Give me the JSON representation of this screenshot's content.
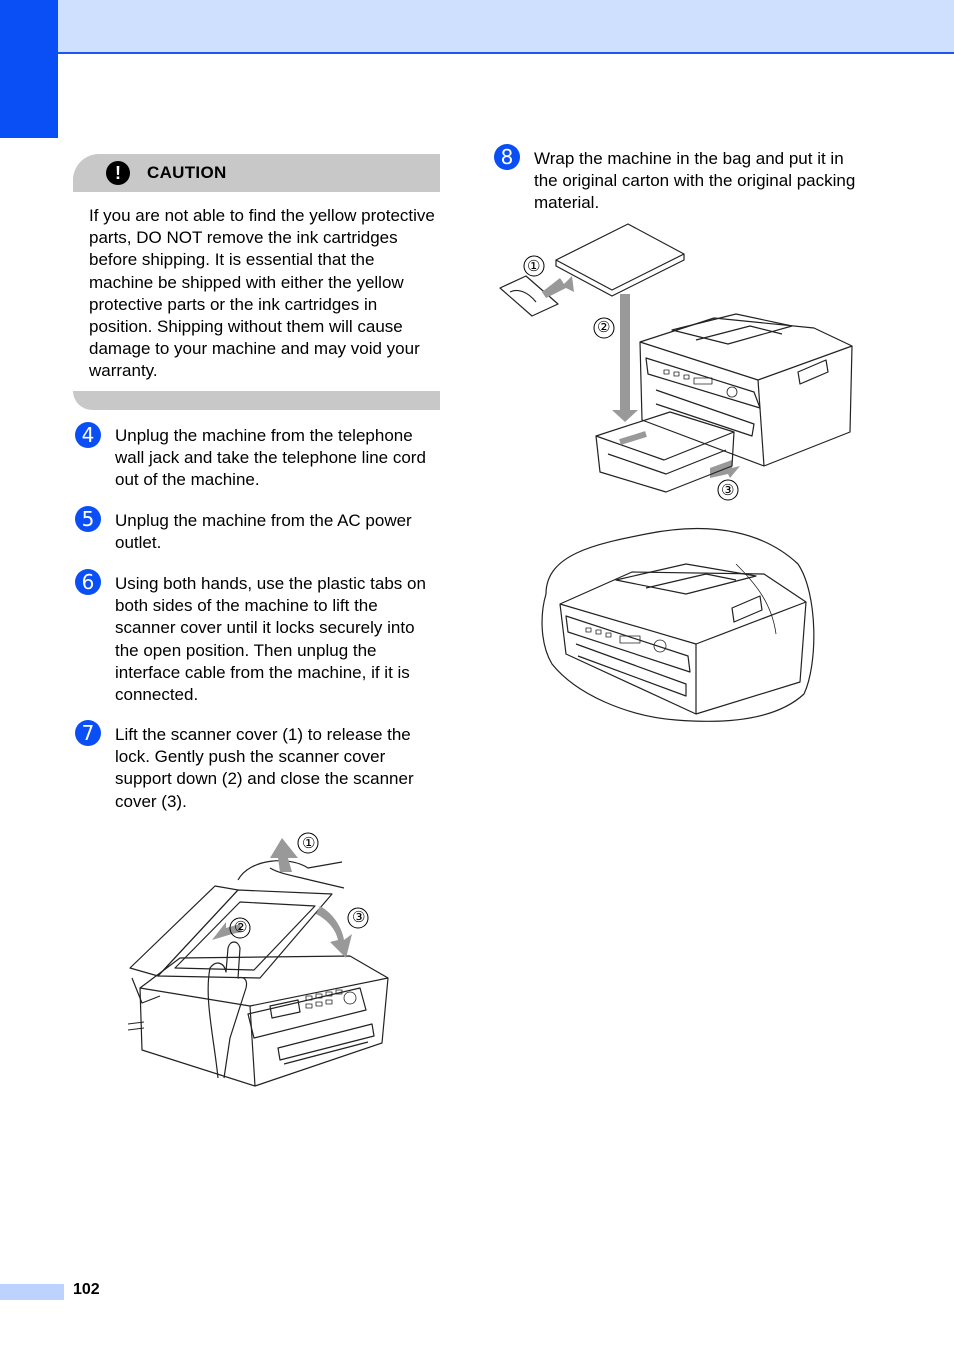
{
  "caution": {
    "icon": "exclamation-icon",
    "title": "CAUTION",
    "body": "If you are not able to find the yellow protective parts, DO NOT remove the ink cartridges before shipping. It is essential that the machine be shipped with either the yellow protective parts or the ink cartridges in position. Shipping without them will cause damage to your machine and may void your warranty."
  },
  "steps": [
    {
      "badge": "4",
      "text": "Unplug the machine from the telephone wall jack and take the telephone line cord out of the machine."
    },
    {
      "badge": "5",
      "text": "Unplug the machine from the AC power outlet."
    },
    {
      "badge": "6",
      "text": "Using both hands, use the plastic tabs on both sides of the machine to lift the scanner cover until it locks securely into the open position. Then unplug the interface cable from the machine, if it is connected."
    },
    {
      "badge": "7",
      "text": "Lift the scanner cover (1) to release the lock. Gently push the scanner cover support down (2) and close the scanner cover (3)."
    },
    {
      "badge": "8",
      "text": "Wrap the machine in the bag and put it in the original carton with the original packing material."
    }
  ],
  "figure_scanner": {
    "callouts": [
      "①",
      "②",
      "③"
    ]
  },
  "figure_packing": {
    "callouts": [
      "①",
      "②",
      "③"
    ]
  },
  "page_number": "102",
  "colors": {
    "accent": "#0a4ef5",
    "band": "#cfe0ff",
    "caution_gray": "#c8c8c8"
  }
}
